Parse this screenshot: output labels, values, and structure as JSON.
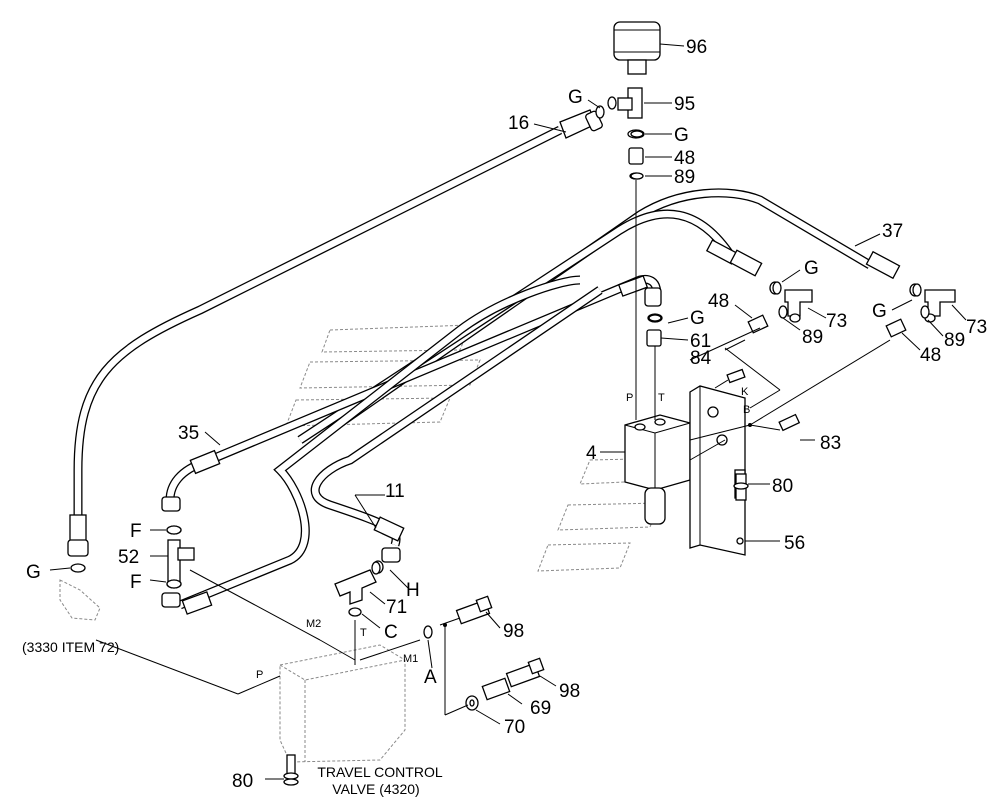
{
  "callouts": [
    {
      "id": "96",
      "text": "96"
    },
    {
      "id": "G1",
      "text": "G"
    },
    {
      "id": "95",
      "text": "95"
    },
    {
      "id": "16",
      "text": "16"
    },
    {
      "id": "G2",
      "text": "G"
    },
    {
      "id": "48a",
      "text": "48"
    },
    {
      "id": "89a",
      "text": "89"
    },
    {
      "id": "37",
      "text": "37"
    },
    {
      "id": "G3",
      "text": "G"
    },
    {
      "id": "48b",
      "text": "48"
    },
    {
      "id": "89b",
      "text": "89"
    },
    {
      "id": "73a",
      "text": "73"
    },
    {
      "id": "G4",
      "text": "G"
    },
    {
      "id": "89c",
      "text": "89"
    },
    {
      "id": "73b",
      "text": "73"
    },
    {
      "id": "G5",
      "text": "G"
    },
    {
      "id": "61",
      "text": "61"
    },
    {
      "id": "84",
      "text": "84"
    },
    {
      "id": "48c",
      "text": "48"
    },
    {
      "id": "83",
      "text": "83"
    },
    {
      "id": "35",
      "text": "35"
    },
    {
      "id": "4",
      "text": "4"
    },
    {
      "id": "80a",
      "text": "80"
    },
    {
      "id": "11",
      "text": "11"
    },
    {
      "id": "F1",
      "text": "F"
    },
    {
      "id": "56",
      "text": "56"
    },
    {
      "id": "52",
      "text": "52"
    },
    {
      "id": "G6",
      "text": "G"
    },
    {
      "id": "F2",
      "text": "F"
    },
    {
      "id": "H",
      "text": "H"
    },
    {
      "id": "71",
      "text": "71"
    },
    {
      "id": "C",
      "text": "C"
    },
    {
      "id": "98a",
      "text": "98"
    },
    {
      "id": "A",
      "text": "A"
    },
    {
      "id": "98b",
      "text": "98"
    },
    {
      "id": "69",
      "text": "69"
    },
    {
      "id": "70",
      "text": "70"
    },
    {
      "id": "80b",
      "text": "80"
    }
  ],
  "ports": {
    "P_valve": "P",
    "T_valve": "T",
    "K": "K",
    "B": "B",
    "M2": "M2",
    "T_tee": "T",
    "M1": "M1",
    "P_left": "P"
  },
  "notes": {
    "ref_3330": "(3330 ITEM 72)",
    "travel_line1": "TRAVEL CONTROL",
    "travel_line2": "VALVE (4320)"
  }
}
